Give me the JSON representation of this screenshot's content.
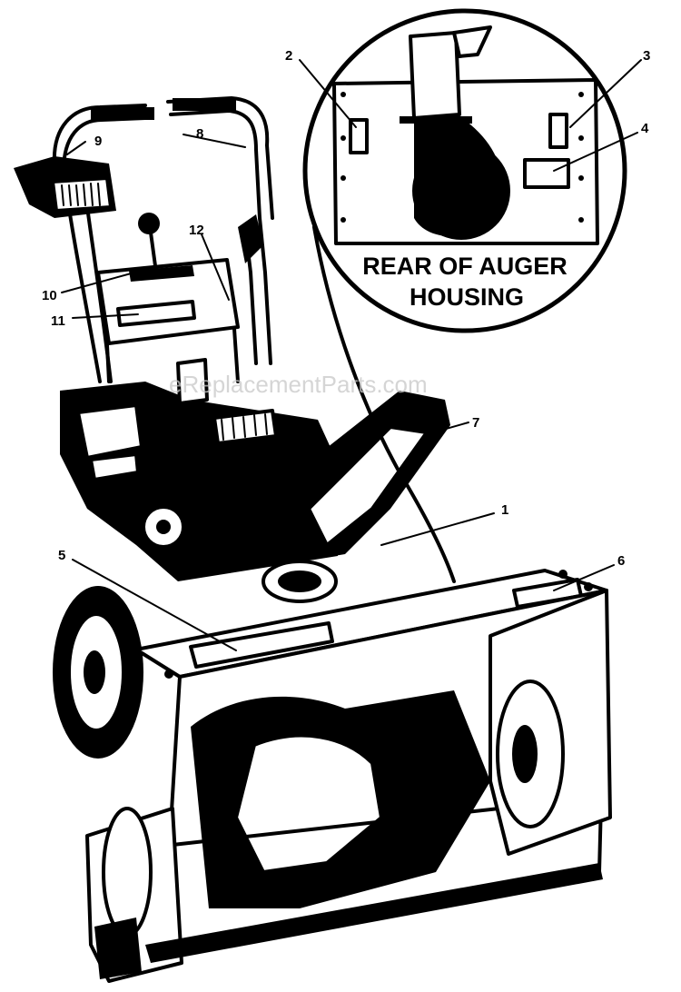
{
  "diagram": {
    "inset_title_line1": "REAR OF AUGER",
    "inset_title_line2": "HOUSING",
    "watermark": "eReplacementParts.com",
    "callouts": {
      "c1": "1",
      "c2": "2",
      "c3": "3",
      "c4": "4",
      "c5": "5",
      "c6": "6",
      "c7": "7",
      "c8": "8",
      "c9": "9",
      "c10": "10",
      "c11": "11",
      "c12": "12"
    }
  }
}
